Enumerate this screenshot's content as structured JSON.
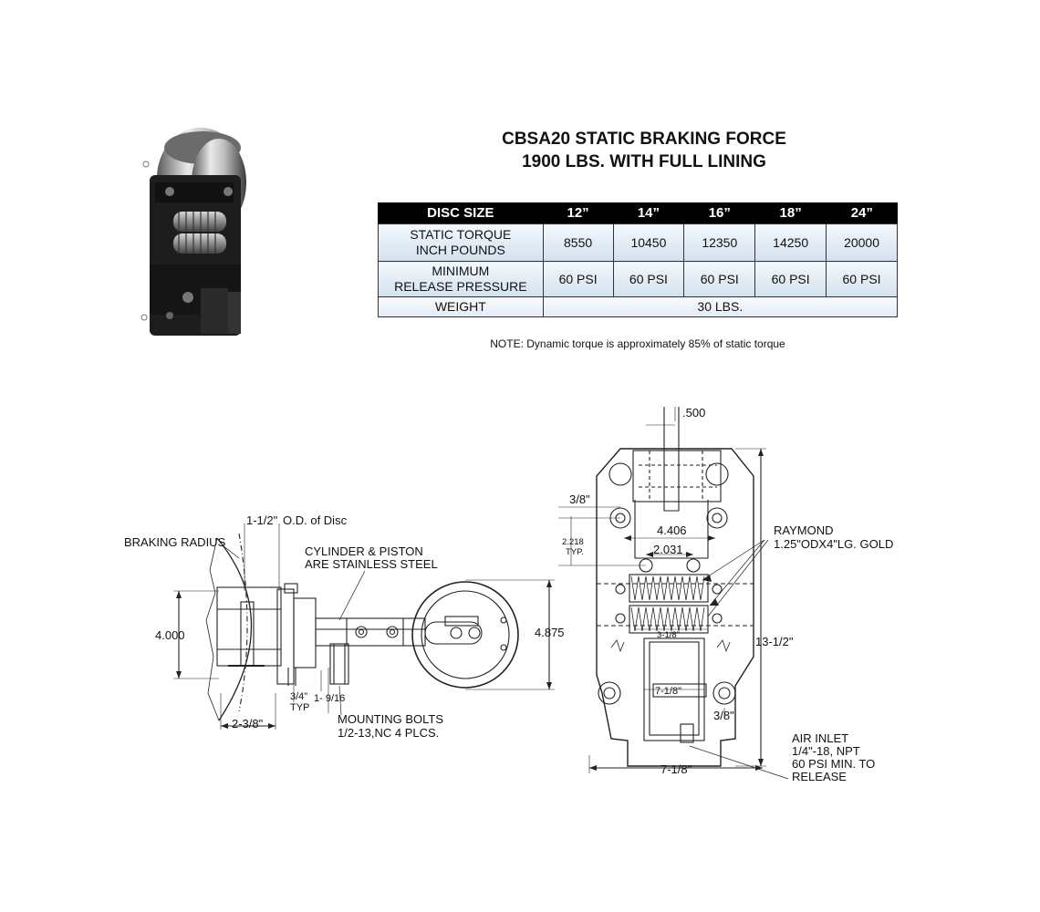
{
  "title": {
    "line1": "CBSA20 STATIC BRAKING FORCE",
    "line2": "1900 LBS. WITH FULL LINING"
  },
  "spec_table": {
    "header": [
      "DISC SIZE",
      "12”",
      "14”",
      "16”",
      "18”",
      "24”"
    ],
    "torque": {
      "label_line1": "STATIC TORQUE",
      "label_line2": "INCH POUNDS",
      "values": [
        "8550",
        "10450",
        "12350",
        "14250",
        "20000"
      ]
    },
    "pressure": {
      "label_line1": "MINIMUM",
      "label_line2": "RELEASE PRESSURE",
      "values": [
        "60 PSI",
        "60 PSI",
        "60 PSI",
        "60 PSI",
        "60 PSI"
      ]
    },
    "weight": {
      "label": "WEIGHT",
      "value": "30 LBS."
    }
  },
  "note": "NOTE: Dynamic torque is approximately 85% of static torque",
  "side_view": {
    "od_dim": "1-1/2\"",
    "od_label": "O.D. of Disc",
    "braking_radius": "BRAKING RADIUS",
    "cylinder_line1": "CYLINDER & PISTON",
    "cylinder_line2": "ARE STAINLESS STEEL",
    "dim_4000": "4.000",
    "dim_4875": "4.875",
    "dim_34": "3/4\"",
    "typ": "TYP",
    "dim_1916": "1- 9/16",
    "dim_238": "2-3/8\"",
    "bolts_line1": "MOUNTING BOLTS",
    "bolts_line2": "1/2-13,NC 4 PLCS."
  },
  "front_view": {
    "dim_500": ".500",
    "dim_38_top": "3/8\"",
    "dim_2218": "2.218",
    "typ": "TYP.",
    "dim_4406": "4.406",
    "dim_2031": "2.031",
    "dim_318": "3-1/8\"",
    "dim_718_inner": "7-1/8\"",
    "dim_38_bottom": "3/8\"",
    "dim_1312": "13-1/2\"",
    "dim_718": "7-1/8\"",
    "spring_line1": "RAYMOND",
    "spring_line2": "1.25\"ODX4\"LG. GOLD",
    "air_line1": "AIR INLET",
    "air_line2": "1/4\"-18, NPT",
    "air_line3": "60 PSI MIN. TO",
    "air_line4": "RELEASE"
  }
}
